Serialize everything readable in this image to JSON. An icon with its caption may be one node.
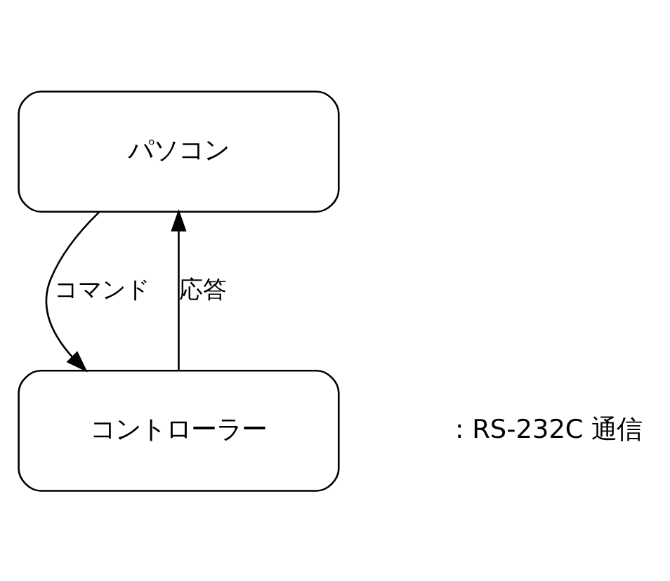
{
  "diagram": {
    "nodes": [
      {
        "text": [
          "パソコン"
        ]
      },
      {
        "text": [
          "コントローラー"
        ]
      }
    ],
    "edges": [
      {
        "from": 1,
        "to": 0,
        "arrow": "to",
        "label": "応答"
      },
      {
        "from": 0,
        "to": 1,
        "arrow": "to",
        "label": "コマンド"
      }
    ],
    "labels": [
      ": RS-232C 通信"
    ]
  }
}
